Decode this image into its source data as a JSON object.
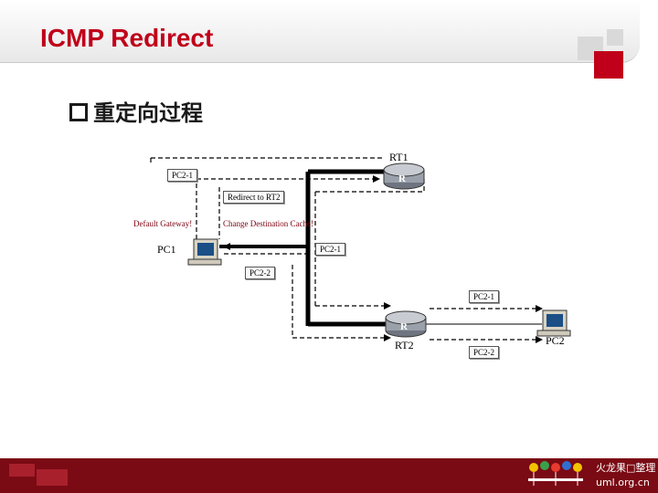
{
  "slide": {
    "title": "ICMP Redirect",
    "bullet": "重定向过程"
  },
  "diagram": {
    "routers": {
      "rt1": "RT1",
      "rt2": "RT2"
    },
    "router_icon_letter": "R",
    "pcs": {
      "pc1": "PC1",
      "pc2": "PC2"
    },
    "messages": {
      "pc21_top": "PC2-1",
      "redirect": "Redirect to RT2",
      "default_gateway": "Default Gateway!",
      "change_cache": "Change Destination Cache!",
      "pc21_mid": "PC2-1",
      "pc22_mid": "PC2-2",
      "pc21_right": "PC2-1",
      "pc22_bottom": "PC2-2"
    }
  },
  "footer": {
    "brand_cn": "火龙果□整理",
    "url": "uml.org.cn"
  },
  "colors": {
    "accent": "#c0001a",
    "footer": "#7a0a14",
    "deco_light": "#d9d9d9"
  }
}
